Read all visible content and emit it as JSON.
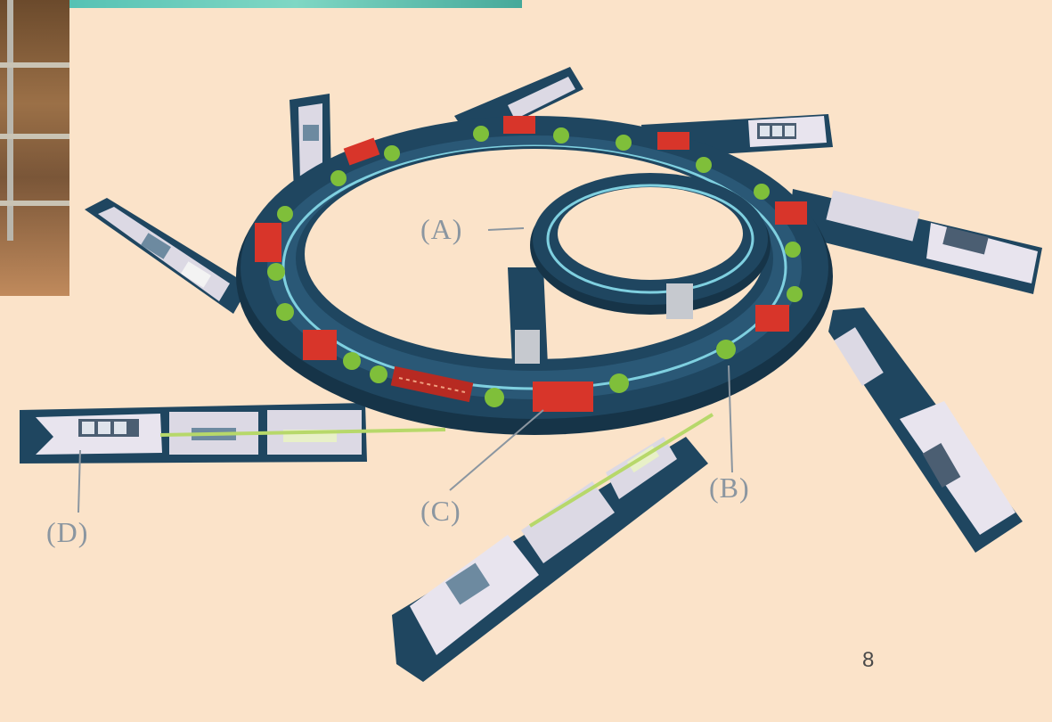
{
  "diagram": {
    "labels": {
      "a": "(A)",
      "b": "(B)",
      "c": "(C)",
      "d": "(D)"
    },
    "colors": {
      "background": "#fbe3c9",
      "tunnel": "#1f4660",
      "tunnel_dark": "#163448",
      "beam_pipe": "#7fd0e0",
      "bending_magnet": "#d8352a",
      "quadrupole": "#7fbf3a",
      "hutch_interior": "#e8e4ee",
      "label": "#8b96a0"
    }
  },
  "slide": {
    "page_number": "8"
  }
}
